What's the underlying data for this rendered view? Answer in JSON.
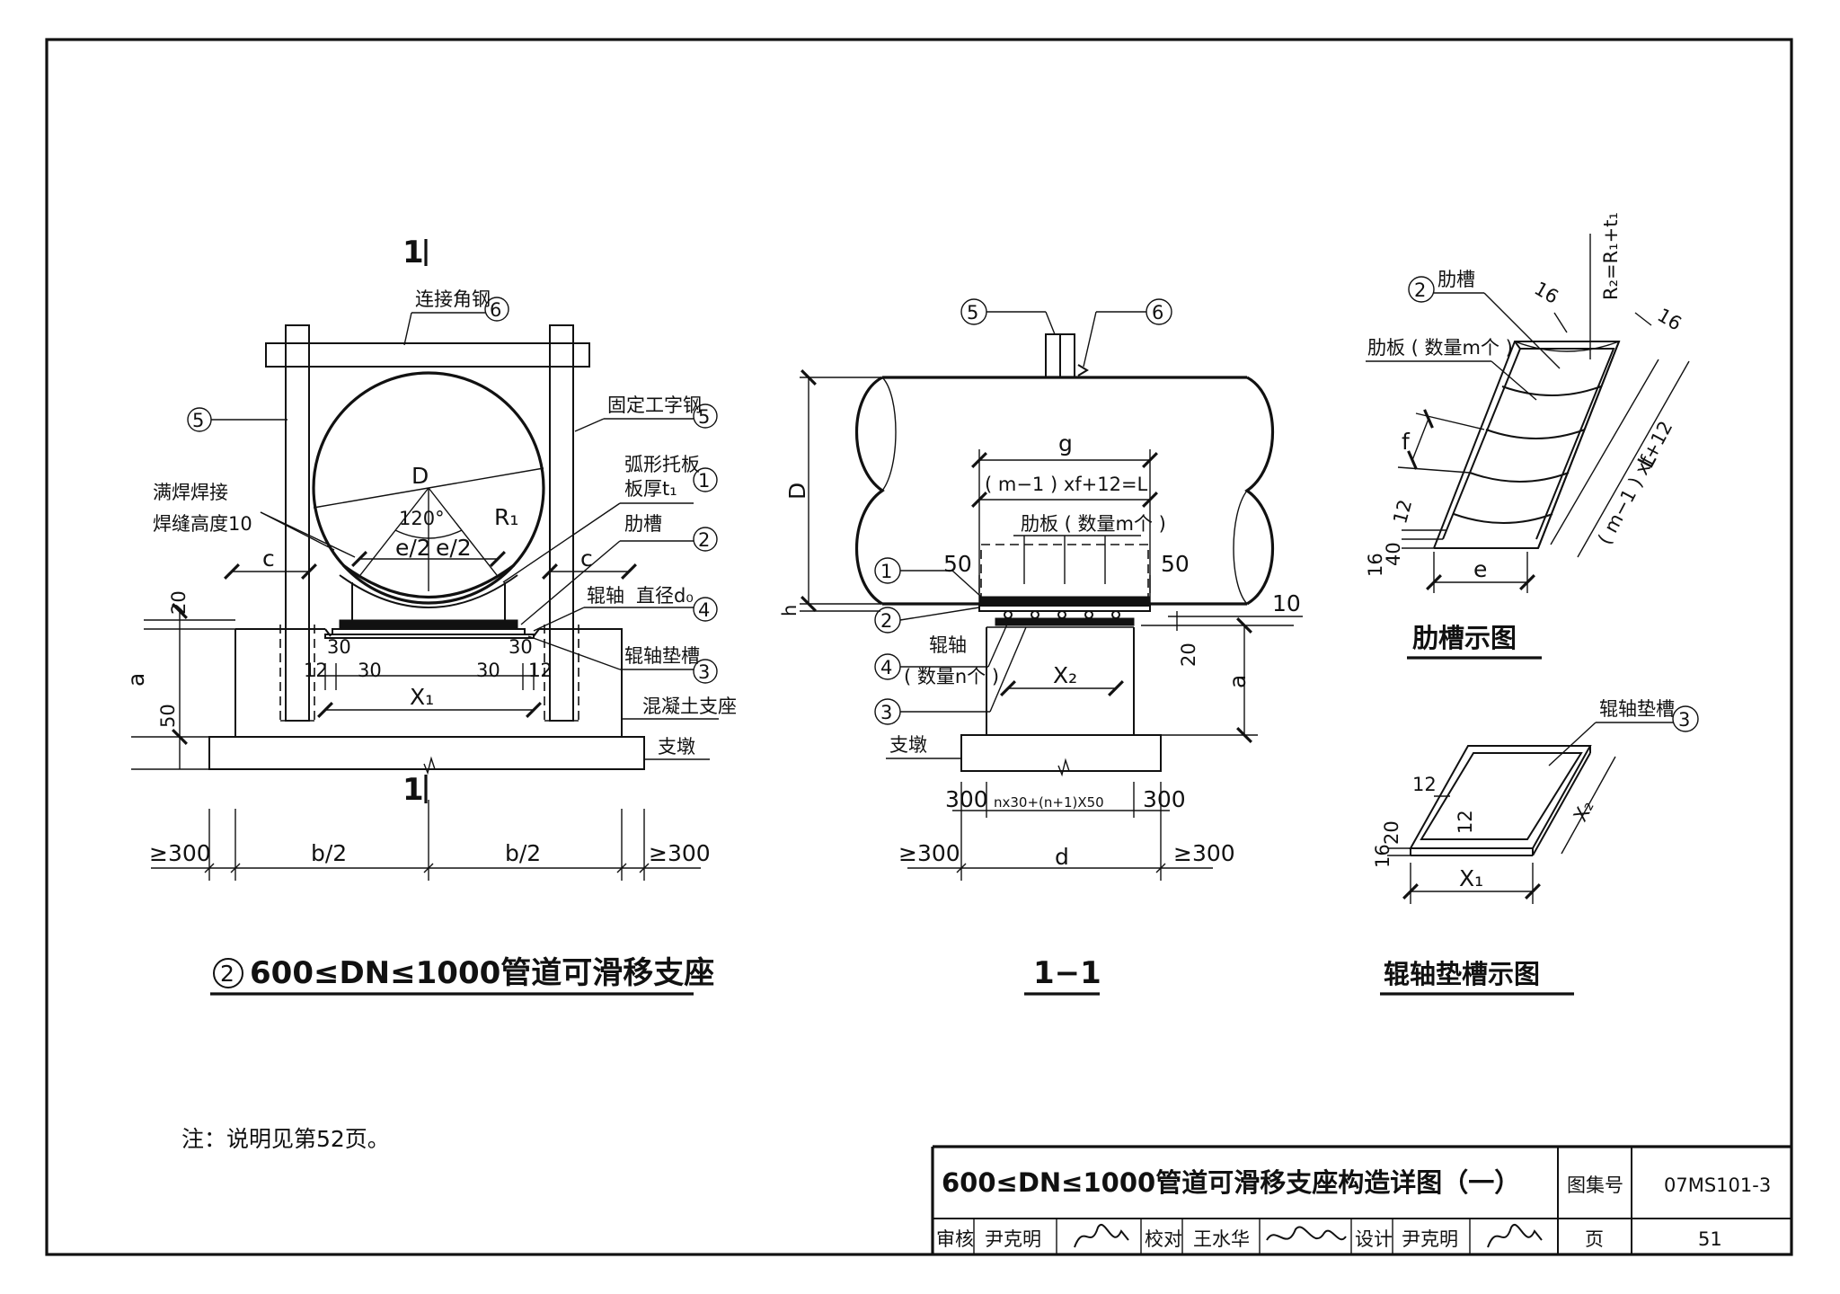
{
  "left_view": {
    "section_mark": "1",
    "connecting_angle": "连接角钢",
    "fixed_i_beam": "固定工字钢",
    "full_weld_1": "满焊焊接",
    "full_weld_2": "焊缝高度10",
    "arc_plate_1": "弧形托板",
    "arc_plate_2": "板厚t₁",
    "rib_groove": "肋槽",
    "roller": "辊轴",
    "roller_dia": "直径d₀",
    "roller_pad": "辊轴垫槽",
    "concrete_support": "混凝土支座",
    "pier": "支墩",
    "D": "D",
    "R1": "R₁",
    "angle": "120°",
    "e2a": "e/2",
    "e2b": "e/2",
    "c1": "c",
    "c2": "c",
    "d20": "20",
    "a": "a",
    "d50": "50",
    "d30a": "30",
    "d12a": "12",
    "d30b": "30",
    "d30c": "30",
    "d30d": "30",
    "d12b": "12",
    "x1": "X₁",
    "ge300a": "≥300",
    "b2a": "b/2",
    "b2b": "b/2",
    "ge300b": "≥300",
    "caption": "600≤DN≤1000管道可滑移支座",
    "caption_num": "2"
  },
  "middle_view": {
    "g": "g",
    "formula": "( m−1 ) xf+12=L",
    "rib_plate": "肋板 ( 数量m个 )",
    "D": "D",
    "h": "h",
    "d50a": "50",
    "d50b": "50",
    "d10": "10",
    "d20": "20",
    "a": "a",
    "roller": "辊轴",
    "roller_count": "( 数量n个 )",
    "x2": "X₂",
    "pier": "支墩",
    "d300a": "300",
    "formula2": "nx30+(n+1)X50",
    "d300b": "300",
    "ge300a": "≥300",
    "d": "d",
    "ge300b": "≥300",
    "caption": "1−1"
  },
  "rib_view": {
    "rib_groove": "肋槽",
    "rib_plate": "肋板 ( 数量m个 )",
    "r2": "R₂=R₁+t₁",
    "d16a": "16",
    "d16b": "16",
    "f": "f",
    "d12": "12",
    "d16": "16",
    "d40": "40",
    "e": "e",
    "formula": "( m−1 ) xf+12",
    "L": "L",
    "caption": "肋槽示图"
  },
  "roller_view": {
    "label": "辊轴垫槽",
    "d12a": "12",
    "d12b": "12",
    "d16": "16",
    "d20": "20",
    "x1": "X₁",
    "x2": "X₂",
    "caption": "辊轴垫槽示图"
  },
  "note": "注：说明见第52页。",
  "title_block": {
    "title": "600≤DN≤1000管道可滑移支座构造详图（一）",
    "atlas_label": "图集号",
    "atlas_no": "07MS101-3",
    "review_label": "审核",
    "reviewer": "尹克明",
    "check_label": "校对",
    "checker": "王水华",
    "design_label": "设计",
    "designer": "尹克明",
    "page_label": "页",
    "page_no": "51"
  }
}
